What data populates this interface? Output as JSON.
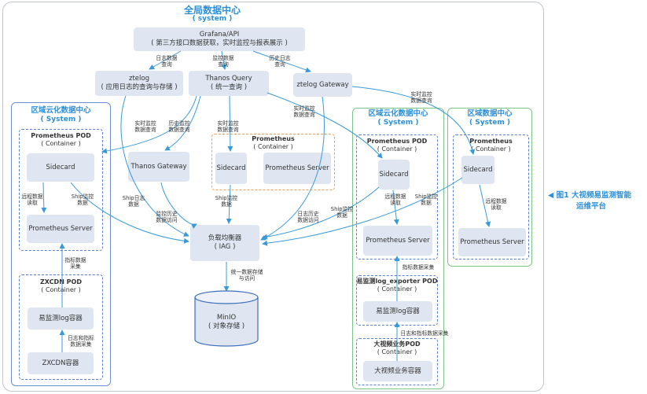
{
  "global": {
    "title": "全局数据中心",
    "subtitle": "( system )"
  },
  "grafana": {
    "line1": "Grafana/API",
    "line2": "( 第三方接口数据获取，实时监控与报表展示 )"
  },
  "ztelog": {
    "line1": "ztelog",
    "line2": "( 应用日志的查询与存储 )"
  },
  "thanos_query": {
    "line1": "Thanos Query",
    "line2": "( 统一查询 )"
  },
  "ztelog_gateway": "ztelog Gateway",
  "thanos_gateway": "Thanos Gateway",
  "center_pod": {
    "title": "Prometheus",
    "subtitle": "( Container )",
    "sidecard": "Sidecard",
    "server": "Prometheus Server"
  },
  "load_balancer": {
    "line1": "负载均衡器",
    "line2": "( IAG )"
  },
  "minio": {
    "line1": "MinIO",
    "line2": "( 对象存储 )"
  },
  "left_region": {
    "title": "区域云化数据中心",
    "subtitle": "( System )",
    "pod": {
      "title": "Prometheus POD",
      "subtitle": "( Container )",
      "sidecard": "Sidecard",
      "server": "Prometheus Server"
    },
    "zxcdn_pod": {
      "title": "ZXCDN POD",
      "subtitle": "( Container )",
      "log_container": "易监测log容器",
      "cdn_container": "ZXCDN容器"
    }
  },
  "mid_region": {
    "title": "区域云化数据中心",
    "subtitle": "( System )",
    "pod": {
      "title": "Prometheus POD",
      "subtitle": "( Container )",
      "sidecard": "Sidecard",
      "server": "Prometheus Server"
    },
    "exporter_pod": {
      "title": "易监测log_exporter POD",
      "subtitle": "( Container )",
      "log_container": "易监测log容器"
    },
    "video_pod": {
      "title": "大视频业务POD",
      "subtitle": "( Container )",
      "container": "大视频业务容器"
    }
  },
  "right_region": {
    "title": "区域数据中心",
    "subtitle": "( System )",
    "pod": {
      "title": "Prometheus",
      "subtitle": "( Container )",
      "sidecard": "Sidecard",
      "server": "Prometheus Server"
    }
  },
  "labels": {
    "log_query": [
      "日志数据",
      "查询"
    ],
    "monitor_query": [
      "监控数据",
      "查询"
    ],
    "history_query": [
      "历史日志",
      "查询"
    ],
    "realtime_monitor_1": [
      "实时监控",
      "数据查询"
    ],
    "history_monitor": [
      "历史监控",
      "数据查询"
    ],
    "realtime_monitor_2": [
      "实时监控",
      "数据查询"
    ],
    "realtime_monitor_3": [
      "实时监控",
      "数据查询"
    ],
    "realtime_monitor_4": [
      "实时监控",
      "数据查询"
    ],
    "left_remote_read": [
      "远程数据",
      "读取"
    ],
    "left_ship_monitor": [
      "Ship监控",
      "数据"
    ],
    "ship_log": [
      "Ship日志",
      "数据"
    ],
    "monitor_history_access": [
      "监控历史",
      "数据访问"
    ],
    "center_ship_monitor": [
      "Ship监控",
      "数据"
    ],
    "log_history_access": [
      "日志历史",
      "数据访问"
    ],
    "mid_ship_monitor": [
      "Ship监控",
      "数据"
    ],
    "mid_remote_read": [
      "远程数据",
      "读取"
    ],
    "right_ship_monitor": [
      "Ship监控",
      "数据"
    ],
    "right_remote_read": [
      "远程数据",
      "读取"
    ],
    "left_metric_collect": [
      "指标数据",
      "采集"
    ],
    "left_log_metric_collect": [
      "日志和指标",
      "数据采集"
    ],
    "mid_metric_collect": [
      "指标数据采集"
    ],
    "mid_log_metric_collect": [
      "日志和指标数据采集"
    ],
    "storage_access": [
      "统一数据存储",
      "与访问"
    ]
  },
  "legend": {
    "line1": "◀ 图1  大视频易监测智能",
    "line2": "运维平台"
  },
  "colors": {
    "accent": "#2c8fd8",
    "arrow": "#3a9ad9",
    "box": "#dfe6f1"
  }
}
